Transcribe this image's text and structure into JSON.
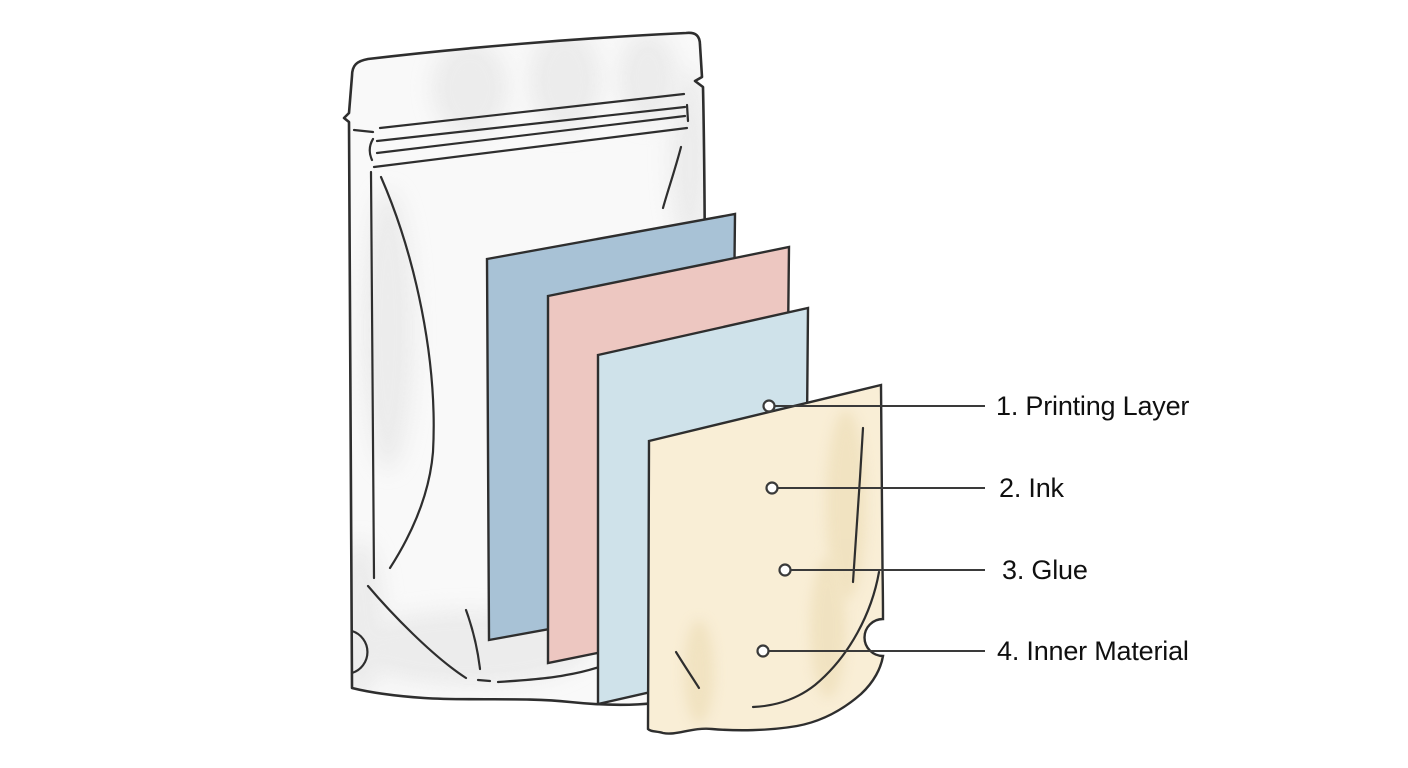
{
  "diagram": {
    "background_color": "#ffffff",
    "outline_color": "#2e2e2e",
    "leader_line_color": "#3a3a3a",
    "label_color": "#101010",
    "pouch": {
      "name": "stand-up pouch",
      "fill": "#f9f9f9",
      "shading_color": "#e7e7e7"
    },
    "layers": [
      {
        "number": "1",
        "name": "Printing Layer",
        "label": "1. Printing Layer",
        "color": "#a8c2d6"
      },
      {
        "number": "2",
        "name": "Ink",
        "label": "2. Ink",
        "color": "#edc7c1"
      },
      {
        "number": "3",
        "name": "Glue",
        "label": "3. Glue",
        "color": "#cfe2ea"
      },
      {
        "number": "4",
        "name": "Inner Material",
        "label": "4. Inner Material",
        "color": "#f9eed6",
        "shading_color": "#eedfba"
      }
    ]
  }
}
